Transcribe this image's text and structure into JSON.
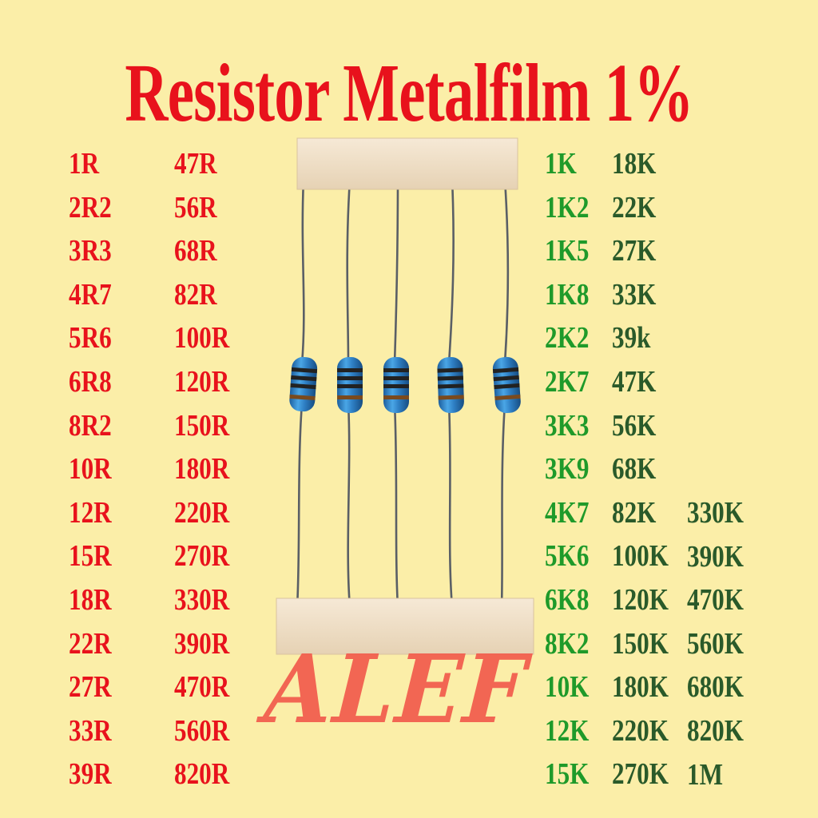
{
  "title": "Resistor Metalfilm 1%",
  "logo": "ALEF",
  "colors": {
    "background": "#fbeea8",
    "title": "#e8121c",
    "ohm_values": "#e8121c",
    "kilo_values": "#1f9a2a",
    "high_values": "#2a5a2a",
    "logo": "#f25f4f",
    "resistor_body": "#2e7fc4",
    "tape": "#f1e0c8"
  },
  "values": {
    "column1": [
      "1R",
      "2R2",
      "3R3",
      "4R7",
      "5R6",
      "6R8",
      "8R2",
      "10R",
      "12R",
      "15R",
      "18R",
      "22R",
      "27R",
      "33R",
      "39R"
    ],
    "column2": [
      "47R",
      "56R",
      "68R",
      "82R",
      "100R",
      "120R",
      "150R",
      "180R",
      "220R",
      "270R",
      "330R",
      "390R",
      "470R",
      "560R",
      "820R"
    ],
    "column3": [
      "1K",
      "1K2",
      "1K5",
      "1K8",
      "2K2",
      "2K7",
      "3K3",
      "3K9",
      "4K7",
      "5K6",
      "6K8",
      "8K2",
      "10K",
      "12K",
      "15K"
    ],
    "column4": [
      "18K",
      "22K",
      "27K",
      "33K",
      "39k",
      "47K",
      "56K",
      "68K",
      "82K",
      "100K",
      "120K",
      "150K",
      "180K",
      "220K",
      "270K"
    ],
    "column5": [
      "330K",
      "390K",
      "470K",
      "560K",
      "680K",
      "820K",
      "1M"
    ]
  }
}
